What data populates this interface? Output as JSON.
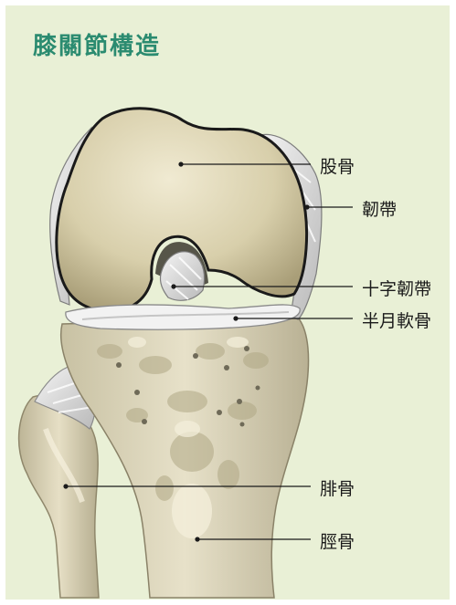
{
  "title": "膝關節構造",
  "labels": {
    "femur": "股骨",
    "ligament": "韌帶",
    "cruciate": "十字韌帶",
    "meniscus": "半月軟骨",
    "fibula": "腓骨",
    "tibia": "脛骨"
  },
  "colors": {
    "background": "#e9f0d6",
    "title": "#2b8b70",
    "bone": "#d9d2b2",
    "ligament": "#e2e2e2"
  }
}
